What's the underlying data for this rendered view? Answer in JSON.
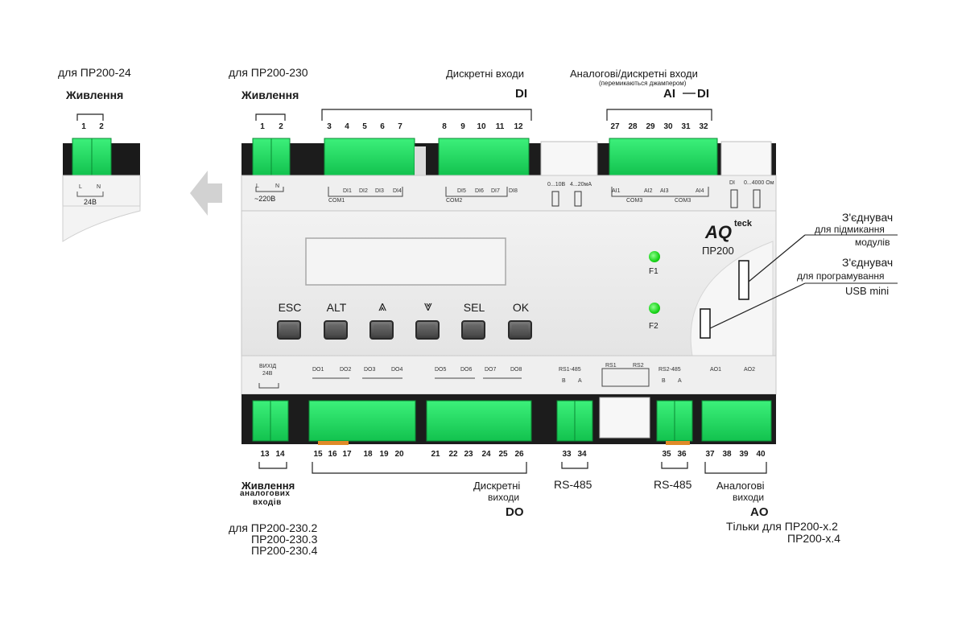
{
  "left_module": {
    "for_label": "для ПР200-24",
    "power_title": "Живлення",
    "pins": [
      "1",
      "2"
    ],
    "terms": [
      "L",
      "N"
    ],
    "voltage": "24В"
  },
  "top": {
    "power230_for": "для ПР200-230",
    "power_title": "Живлення",
    "di_caption": "Дискретні входи",
    "di_code": "DI",
    "ai_caption": "Аналогові/дискретні входи",
    "ai_sub": "(перемикаються джампером)",
    "ai_code": "AI",
    "ai_code2": "DI",
    "pins_power": [
      "1",
      "2"
    ],
    "pins_di1": [
      "3",
      "4",
      "5",
      "6",
      "7"
    ],
    "pins_di2": [
      "8",
      "9",
      "10",
      "11",
      "12"
    ],
    "pins_ai": [
      "27",
      "28",
      "29",
      "30",
      "31",
      "32"
    ]
  },
  "device": {
    "brand": "AQ",
    "brand_sup": "teck",
    "model": "ПР200",
    "keys": [
      "ESC",
      "ALT",
      "⩓",
      "⩔",
      "SEL",
      "OK"
    ],
    "leds": [
      "F1",
      "F2"
    ],
    "top_print": {
      "power_terms": [
        "L",
        "N"
      ],
      "power_voltage": "~220В",
      "di_group1": [
        "DI1",
        "DI2",
        "DI3",
        "DI4"
      ],
      "com1": "COM1",
      "di_group2": [
        "DI5",
        "DI6",
        "DI7",
        "DI8"
      ],
      "com2": "COM2",
      "jumper_labels": [
        "0...10В",
        "4...20мА"
      ],
      "ai_labels": [
        "AI1",
        "AI2",
        "AI3",
        "AI4"
      ],
      "com3a": "COM3",
      "com3b": "COM3",
      "right_labels": [
        "DI",
        "0...4000 Ом"
      ]
    },
    "bottom_print": {
      "out_title": "ВИХІД",
      "out_voltage": "24В",
      "do_labels": [
        "DO1",
        "DO2",
        "DO3",
        "DO4",
        "DO5",
        "DO6",
        "DO7",
        "DO8"
      ],
      "rs1": "RS1-485",
      "rs1_ba": [
        "B",
        "A"
      ],
      "rs_jumpers": [
        "RS1",
        "RS2"
      ],
      "rs2": "RS2-485",
      "rs2_ba": [
        "B",
        "A"
      ],
      "ao_labels": [
        "AO1",
        "AO2"
      ]
    }
  },
  "right_annotations": {
    "conn1_title": "З'єднувач",
    "conn1_line1": "для підмикання",
    "conn1_line2": "модулів",
    "conn2_title": "З'єднувач",
    "conn2_line1": "для програмування",
    "conn2_line2": "USB mini"
  },
  "bottom": {
    "pins_pwr": [
      "13",
      "14"
    ],
    "pins_do": [
      "15",
      "16",
      "17",
      "18",
      "19",
      "20",
      "21",
      "22",
      "23",
      "24",
      "25",
      "26"
    ],
    "pins_rs1": [
      "33",
      "34"
    ],
    "pins_rs2": [
      "35",
      "36"
    ],
    "pins_ao": [
      "37",
      "38",
      "39",
      "40"
    ],
    "pwr_title1": "Живлення",
    "pwr_title2": "аналогових",
    "pwr_title3": "входів",
    "pwr_for": "для ПР200-230.2",
    "pwr_for2": "ПР200-230.3",
    "pwr_for3": "ПР200-230.4",
    "do_caption1": "Дискретні",
    "do_caption2": "виходи",
    "do_code": "DO",
    "rs1_caption": "RS-485",
    "rs2_caption": "RS-485",
    "ao_caption1": "Аналогові",
    "ao_caption2": "виходи",
    "ao_code": "AO",
    "ao_only": "Тільки для ПР200-х.2",
    "ao_only2": "ПР200-х.4"
  }
}
